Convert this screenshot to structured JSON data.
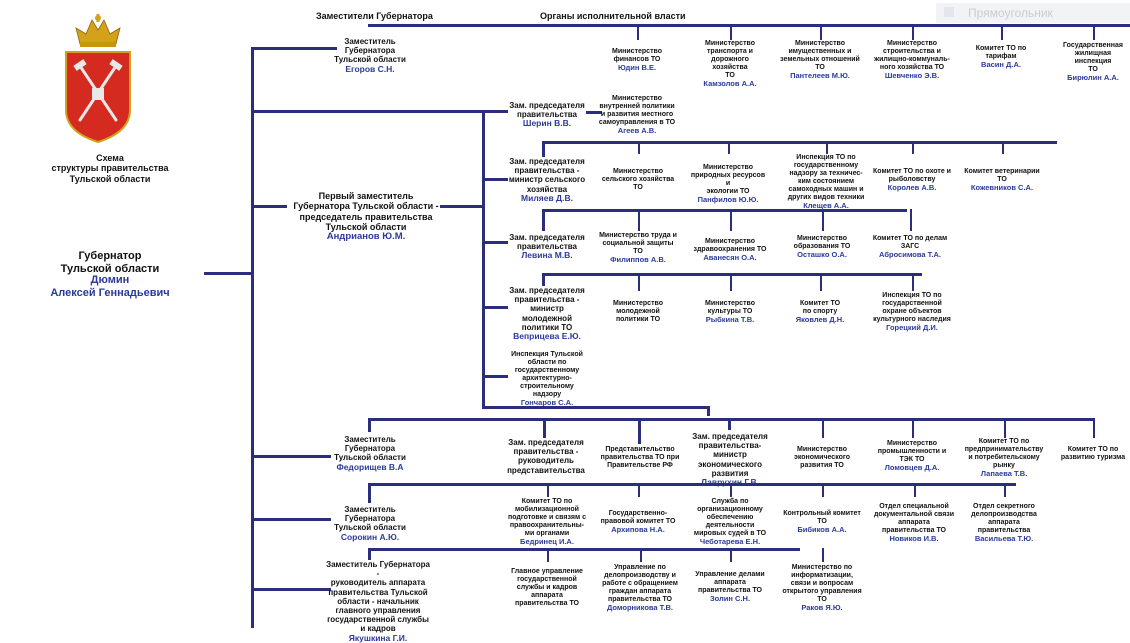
{
  "toolbar": {
    "shape_label": "Прямоугольник"
  },
  "headers": {
    "deputies": "Заместители Губернатора",
    "executive": "Органы исполнительной власти"
  },
  "scheme_title": "Схема\nструктуры правительства\nТульской области",
  "governor": {
    "title": "Губернатор\nТульской области",
    "name": "Дюмин\nАлексей Геннадьевич"
  },
  "first_deputy": {
    "title": "Первый заместитель\nГубернатора Тульской области -\nпредседатель правительства\nТульской области",
    "name": "Андрианов Ю.М."
  },
  "deputies": [
    {
      "title": "Заместитель\nГубернатора\nТульской области",
      "name": "Егоров С.Н."
    },
    {
      "title": "Заместитель\nГубернатора\nТульской области",
      "name": "Федорищев В.А"
    },
    {
      "title": "Заместитель\nГубернатора\nТульской области",
      "name": "Сорокин А.Ю."
    },
    {
      "title": "Заместитель Губернатора -\nруководитель аппарата\nправительства Тульской\nобласти - начальник\nглавного управления\nгосударственной службы\nи кадров",
      "name": "Якушкина Г.И."
    }
  ],
  "vice_chairs": [
    {
      "title": "Зам. председателя\nправительства",
      "name": "Шерин В.В."
    },
    {
      "title": "Зам. председателя\nправительства -\nминистр сельского\nхозяйства",
      "name": "Миляев Д.В."
    },
    {
      "title": "Зам. председателя\nправительства",
      "name": "Левина М.В."
    },
    {
      "title": "Зам. председателя\nправительства -\nминистр\nмолодежной\nполитики ТО",
      "name": "Веприцева Е.Ю."
    },
    {
      "title": "Инспекция Тульской\nобласти по\nгосударственному\nархитектурно-\nстроительному\nнадзору",
      "name": "Гончаров С.А."
    },
    {
      "title": "Зам. председателя\nправительства -\nруководитель\nпредставительства",
      "name": ""
    },
    {
      "title": "Зам. председателя\nправительства-\nминистр\nэкономического\nразвития",
      "name": "Лаврухин Г.В."
    }
  ],
  "bodies": {
    "egorov": [
      {
        "title": "Министерство\nфинансов ТО",
        "name": "Юдин В.Е."
      },
      {
        "title": "Министерство\nтранспорта и\nдорожного хозяйства\nТО",
        "name": "Камзолов А.А."
      },
      {
        "title": "Министерство\nимущественных и\nземельных отношений\nТО",
        "name": "Пантелеев М.Ю."
      },
      {
        "title": "Министерство\nстроительства и\nжилищно-коммуналь-\nного хозяйства ТО",
        "name": "Шевченко Э.В."
      },
      {
        "title": "Комитет ТО по\nтарифам",
        "name": "Васин Д.А."
      },
      {
        "title": "Государственная\nжилищная инспекция\nТО",
        "name": "Бирюлин А.А."
      }
    ],
    "sherin": [
      {
        "title": "Министерство\nвнутренней политики\nи развития местного\nсамоуправления в ТО",
        "name": "Агеев А.В."
      }
    ],
    "milyaev": [
      {
        "title": "Министерство\nсельского хозяйства\nТО",
        "name": ""
      },
      {
        "title": "Министерство\nприродных ресурсов и\nэкологии ТО",
        "name": "Панфилов Ю.Ю."
      },
      {
        "title": "Инспекция ТО по\nгосударственному\nнадзору за техничес-\nким состоянием\nсамоходных машин и\nдругих видов техники",
        "name": "Клещев А.А."
      },
      {
        "title": "Комитет ТО по охоте и\nрыболовству",
        "name": "Королев А.В."
      },
      {
        "title": "Комитет ветеринарии\nТО",
        "name": "Кожевников С.А."
      }
    ],
    "levina": [
      {
        "title": "Министерство труда и\nсоциальной защиты\nТО",
        "name": "Филиппов А.В."
      },
      {
        "title": "Министерство\nздравоохранения ТО",
        "name": "Аванесян О.А."
      },
      {
        "title": "Министерство\nобразования ТО",
        "name": "Осташко О.А."
      },
      {
        "title": "Комитет ТО по делам\nЗАГС",
        "name": "Абросимова Т.А."
      }
    ],
    "vepritseva": [
      {
        "title": "Министерство\nмолодежной\nполитики ТО",
        "name": ""
      },
      {
        "title": "Министерство\nкультуры ТО",
        "name": "Рыбкина Т.В."
      },
      {
        "title": "Комитет ТО\nпо спорту",
        "name": "Яковлев Д.Н."
      },
      {
        "title": "Инспекция ТО по\nгосударственной\nохране объектов\nкультурного наследия",
        "name": "Горецкий Д.И."
      }
    ],
    "fedorishchev": [
      {
        "title": "Представительство\nправительства ТО при\nПравительстве РФ",
        "name": ""
      },
      {
        "title": "Министерство\nэкономического\nразвития ТО",
        "name": ""
      },
      {
        "title": "Министерство\nпромышленности и\nТЭК ТО",
        "name": "Ломовцев Д.А."
      },
      {
        "title": "Комитет ТО по\nпредпринимательству\nи потребительскому\nрынку",
        "name": "Лапаева Т.В."
      },
      {
        "title": "Комитет ТО по\nразвитию туризма",
        "name": ""
      }
    ],
    "sorokin": [
      {
        "title": "Комитет ТО по\nмобилизационной\nподготовке и связям с\nправоохранительны-\nми органами",
        "name": "Бедринец И.А."
      },
      {
        "title": "Государственно-\nправовой комитет ТО",
        "name": "Архипова Н.А."
      },
      {
        "title": "Служба по\nорганизационному\nобеспечению\nдеятельности\nмировых судей в ТО",
        "name": "Чеботарева Е.Н."
      },
      {
        "title": "Контрольный комитет\nТО",
        "name": "Бибиков А.А."
      },
      {
        "title": "Отдел специальной\nдокументальной связи\nаппарата\nправительства ТО",
        "name": "Новиков И.В."
      },
      {
        "title": "Отдел секретного\nделопроизводства\nаппарата\nправительства",
        "name": "Васильева Т.Ю."
      }
    ],
    "yakushkina": [
      {
        "title": "Главное управление\nгосударственной\nслужбы и кадров\nаппарата\nправительства ТО",
        "name": ""
      },
      {
        "title": "Управление по\nделопроизводству и\nработе с обращением\nграждан аппарата\nправительства ТО",
        "name": "Доморникова Т.В."
      },
      {
        "title": "Управление делами\nаппарата\nправительства ТО",
        "name": "Золин С.Н."
      },
      {
        "title": "Министерство по\nинформатизации,\nсвязи и вопросам\nоткрытого управления\nТО",
        "name": "Раков Я.Ю."
      }
    ]
  },
  "colors": {
    "line": "#2b2e7a",
    "name": "#2b3a9a",
    "coat_red": "#d42a1f",
    "coat_gold": "#d4a21a"
  }
}
